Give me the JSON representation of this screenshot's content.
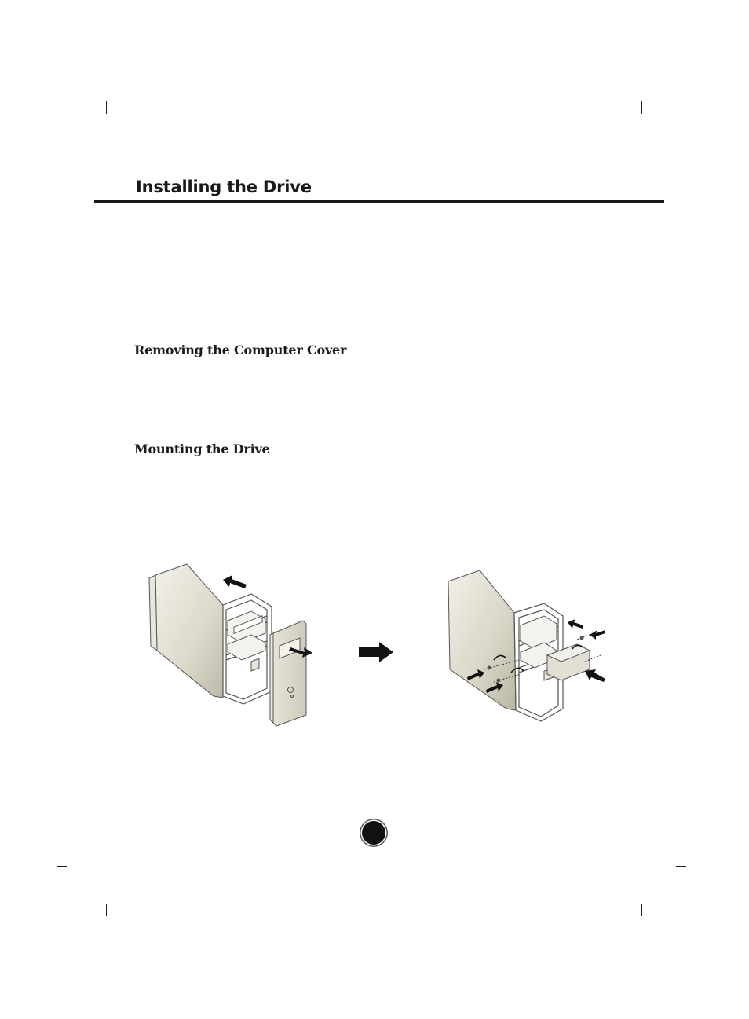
{
  "header": {
    "title": "Installing the Drive"
  },
  "sections": [
    {
      "heading": "Removing the Computer Cover"
    },
    {
      "heading": "Mounting the Drive"
    }
  ],
  "figures": [
    {
      "name": "remove-cover-illustration"
    },
    {
      "name": "mount-drive-illustration"
    }
  ]
}
